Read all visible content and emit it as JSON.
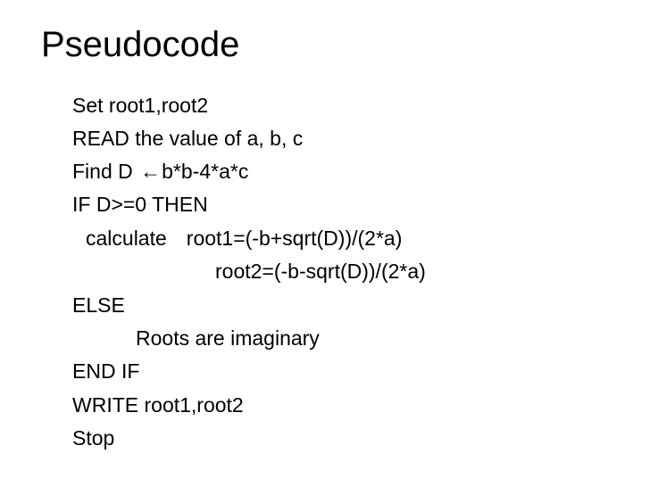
{
  "title": "Pseudocode",
  "lines": {
    "l1": "Set root1,root2",
    "l2": "READ the value of a, b, c",
    "l3_prefix": "Find  D ",
    "l3_arrow": "←",
    "l3_suffix": "b*b-4*a*c",
    "l4": "IF D>=0 THEN",
    "l5_keyword": "calculate",
    "l5_expr": "root1=(-b+sqrt(D))/(2*a)",
    "l6": "root2=(-b-sqrt(D))/(2*a)",
    "l7": "ELSE",
    "l8": "Roots are imaginary",
    "l9": "END IF",
    "l10": "WRITE root1,root2",
    "l11": "Stop"
  }
}
